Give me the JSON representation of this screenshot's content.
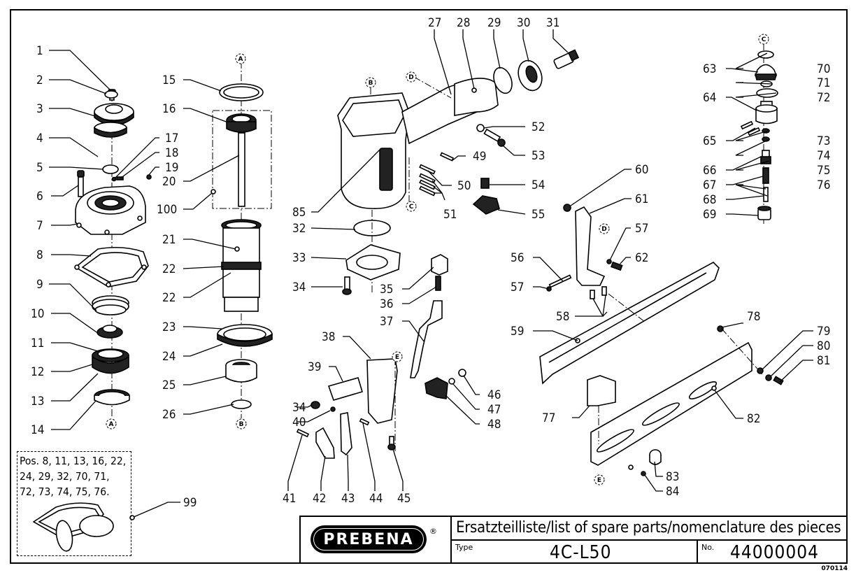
{
  "title_block": {
    "brand": "PREBENA",
    "registered_mark": "®",
    "title": "Ersatzteilliste/list of spare parts/nomenclature des pieces",
    "type_label": "Type",
    "type_value": "4C-L50",
    "number_label": "No.",
    "number_value": "44000004",
    "drawing_code": "070114"
  },
  "seal_kit": {
    "position_number": "99",
    "contents_text": "Pos. 8, 11, 13, 16, 22,\n24, 29, 32, 70, 71,\n72, 73, 74, 75, 76."
  },
  "reference_markers": [
    "A",
    "B",
    "C",
    "D",
    "E"
  ],
  "part_labels": [
    {
      "id": "1",
      "text": "1"
    },
    {
      "id": "2",
      "text": "2"
    },
    {
      "id": "3",
      "text": "3"
    },
    {
      "id": "4",
      "text": "4"
    },
    {
      "id": "5",
      "text": "5"
    },
    {
      "id": "6",
      "text": "6"
    },
    {
      "id": "7",
      "text": "7"
    },
    {
      "id": "8",
      "text": "8"
    },
    {
      "id": "9",
      "text": "9"
    },
    {
      "id": "10",
      "text": "10"
    },
    {
      "id": "11",
      "text": "11"
    },
    {
      "id": "12",
      "text": "12"
    },
    {
      "id": "13",
      "text": "13"
    },
    {
      "id": "14",
      "text": "14"
    },
    {
      "id": "15",
      "text": "15"
    },
    {
      "id": "16",
      "text": "16"
    },
    {
      "id": "17",
      "text": "17"
    },
    {
      "id": "18",
      "text": "18"
    },
    {
      "id": "19",
      "text": "19"
    },
    {
      "id": "20",
      "text": "20"
    },
    {
      "id": "100",
      "text": "100"
    },
    {
      "id": "21",
      "text": "21"
    },
    {
      "id": "22a",
      "text": "22"
    },
    {
      "id": "22b",
      "text": "22"
    },
    {
      "id": "23",
      "text": "23"
    },
    {
      "id": "24",
      "text": "24"
    },
    {
      "id": "25",
      "text": "25"
    },
    {
      "id": "26",
      "text": "26"
    },
    {
      "id": "27",
      "text": "27"
    },
    {
      "id": "28",
      "text": "28"
    },
    {
      "id": "29",
      "text": "29"
    },
    {
      "id": "30",
      "text": "30"
    },
    {
      "id": "31",
      "text": "31"
    },
    {
      "id": "85",
      "text": "85"
    },
    {
      "id": "32",
      "text": "32"
    },
    {
      "id": "33",
      "text": "33"
    },
    {
      "id": "34a",
      "text": "34"
    },
    {
      "id": "34b",
      "text": "34"
    },
    {
      "id": "35",
      "text": "35"
    },
    {
      "id": "36",
      "text": "36"
    },
    {
      "id": "37",
      "text": "37"
    },
    {
      "id": "38",
      "text": "38"
    },
    {
      "id": "39",
      "text": "39"
    },
    {
      "id": "40",
      "text": "40"
    },
    {
      "id": "41",
      "text": "41"
    },
    {
      "id": "42",
      "text": "42"
    },
    {
      "id": "43",
      "text": "43"
    },
    {
      "id": "44",
      "text": "44"
    },
    {
      "id": "45",
      "text": "45"
    },
    {
      "id": "46",
      "text": "46"
    },
    {
      "id": "47",
      "text": "47"
    },
    {
      "id": "48",
      "text": "48"
    },
    {
      "id": "49",
      "text": "49"
    },
    {
      "id": "50",
      "text": "50"
    },
    {
      "id": "51",
      "text": "51"
    },
    {
      "id": "52",
      "text": "52"
    },
    {
      "id": "53",
      "text": "53"
    },
    {
      "id": "54",
      "text": "54"
    },
    {
      "id": "55",
      "text": "55"
    },
    {
      "id": "56",
      "text": "56"
    },
    {
      "id": "57a",
      "text": "57"
    },
    {
      "id": "57b",
      "text": "57"
    },
    {
      "id": "58",
      "text": "58"
    },
    {
      "id": "59",
      "text": "59"
    },
    {
      "id": "60",
      "text": "60"
    },
    {
      "id": "61",
      "text": "61"
    },
    {
      "id": "62",
      "text": "62"
    },
    {
      "id": "63",
      "text": "63"
    },
    {
      "id": "64",
      "text": "64"
    },
    {
      "id": "65",
      "text": "65"
    },
    {
      "id": "66",
      "text": "66"
    },
    {
      "id": "67",
      "text": "67"
    },
    {
      "id": "68",
      "text": "68"
    },
    {
      "id": "69",
      "text": "69"
    },
    {
      "id": "70",
      "text": "70"
    },
    {
      "id": "71",
      "text": "71"
    },
    {
      "id": "72",
      "text": "72"
    },
    {
      "id": "73",
      "text": "73"
    },
    {
      "id": "74",
      "text": "74"
    },
    {
      "id": "75",
      "text": "75"
    },
    {
      "id": "76",
      "text": "76"
    },
    {
      "id": "77",
      "text": "77"
    },
    {
      "id": "78",
      "text": "78"
    },
    {
      "id": "79",
      "text": "79"
    },
    {
      "id": "80",
      "text": "80"
    },
    {
      "id": "81",
      "text": "81"
    },
    {
      "id": "82",
      "text": "82"
    },
    {
      "id": "83",
      "text": "83"
    },
    {
      "id": "84",
      "text": "84"
    },
    {
      "id": "99",
      "text": "99"
    }
  ]
}
